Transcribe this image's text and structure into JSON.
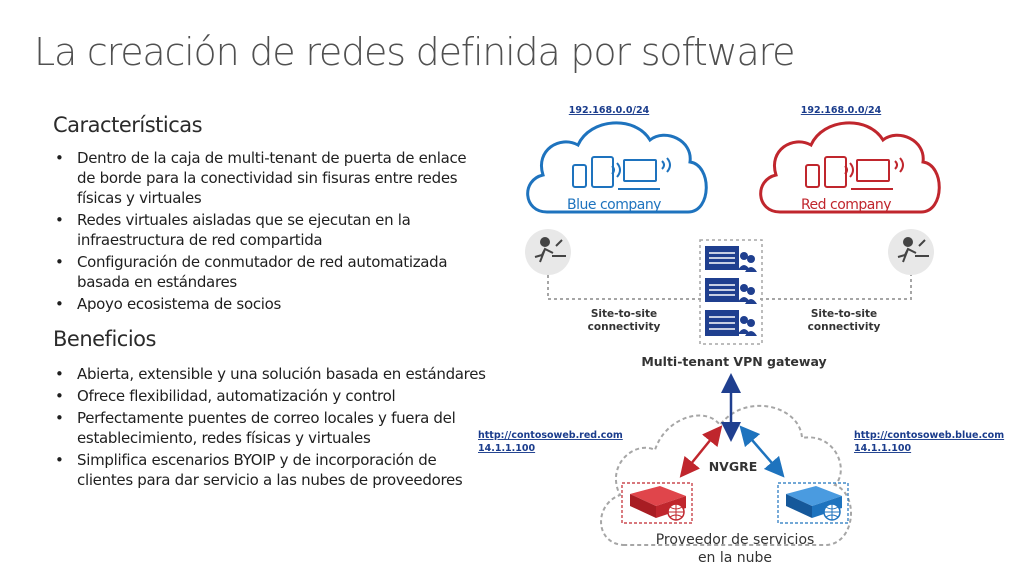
{
  "slide": {
    "title": "La creación de redes definida por software"
  },
  "features": {
    "heading": "Características",
    "items": [
      "Dentro de la caja de multi-tenant de puerta de enlace de borde para la conectividad sin fisuras entre redes físicas y virtuales",
      "Redes virtuales aisladas que se ejecutan en la infraestructura de red compartida",
      "Configuración de conmutador de red automatizada basada en estándares",
      "Apoyo ecosistema de socios"
    ]
  },
  "benefits": {
    "heading": "Beneficios",
    "items": [
      "Abierta, extensible y una solución basada en estándares",
      "Ofrece flexibilidad, automatización y control",
      "Perfectamente puentes de correo locales y fuera del establecimiento, redes físicas y virtuales",
      "Simplifica escenarios BYOIP y de incorporación de clientes para dar servicio a las nubes de proveedores"
    ]
  },
  "diagram": {
    "blue_subnet": "192.168.0.0/24",
    "red_subnet": "192.168.0.0/24",
    "blue_company": "Blue company",
    "red_company": "Red company",
    "left_connectivity_1": "Site-to-site",
    "left_connectivity_2": "connectivity",
    "right_connectivity_1": "Site-to-site",
    "right_connectivity_2": "connectivity",
    "gateway_label": "Multi-tenant VPN gateway",
    "red_url": "http://contosoweb.red.com",
    "red_ip": "14.1.1.100",
    "blue_url": "http://contosoweb.blue.com",
    "blue_ip": "14.1.1.100",
    "nvgre_label": "NVGRE",
    "provider_line1": "Proveedor de servicios",
    "provider_line2": "en la nube",
    "colors": {
      "blue": "#1e73be",
      "red": "#c0262d",
      "navy": "#1f3f8f",
      "gray": "#a6a6a6"
    }
  }
}
